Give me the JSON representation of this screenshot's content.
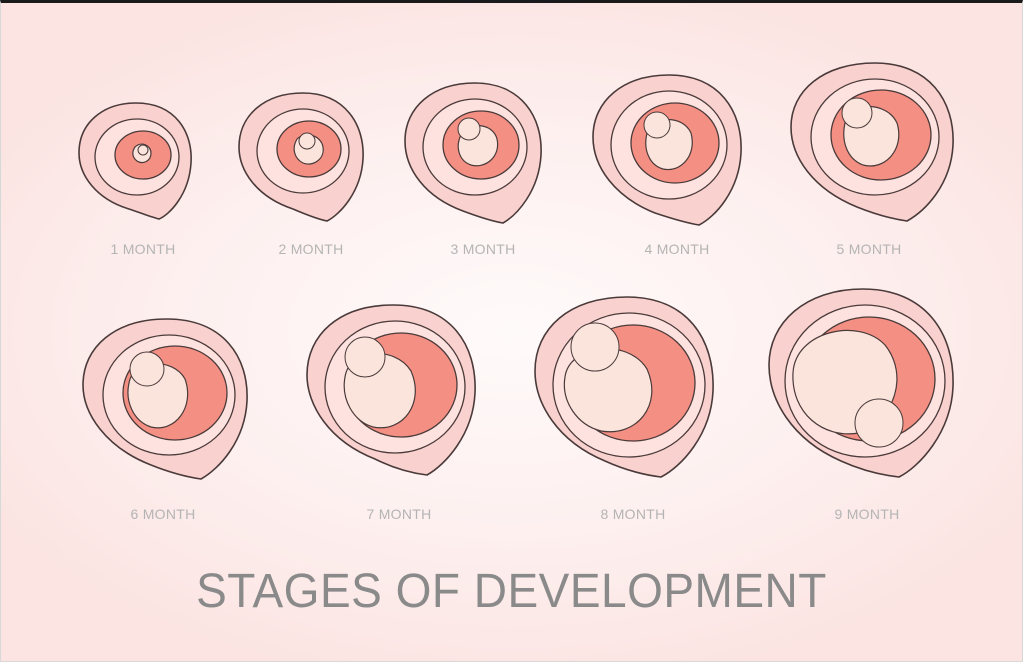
{
  "stages": [
    {
      "label": "1 MONTH"
    },
    {
      "label": "2 MONTH"
    },
    {
      "label": "3 MONTH"
    },
    {
      "label": "4 MONTH"
    },
    {
      "label": "5 MONTH"
    },
    {
      "label": "6 MONTH"
    },
    {
      "label": "7 MONTH"
    },
    {
      "label": "8 MONTH"
    },
    {
      "label": "9 MONTH"
    }
  ],
  "title": "STAGES OF DEVELOPMENT",
  "colors": {
    "outer_sac": "#f8c9c6",
    "inner_sac": "#f48f83",
    "uterus_ring": "#f9d2cf",
    "outline": "#4a3a3a",
    "embryo": "#fbe4dc",
    "label": "#b4b4b4",
    "title": "#8a8a8a"
  }
}
